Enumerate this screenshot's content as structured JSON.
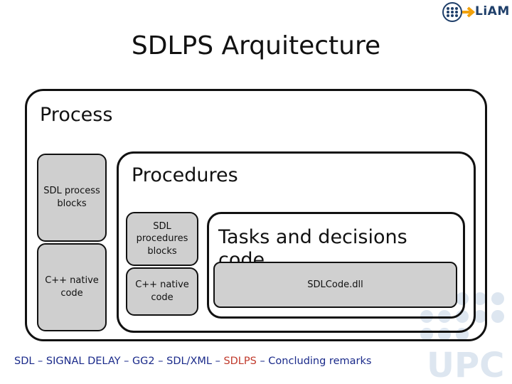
{
  "logo": {
    "text": "LiAM",
    "accent": "#f2a20d",
    "brand": "#1f3f6a"
  },
  "title": "SDLPS  Arquitecture",
  "process": {
    "label": "Process",
    "sdl_blocks": "SDL process blocks",
    "cpp_code": "C++ native code"
  },
  "procedures": {
    "label": "Procedures",
    "sdl_blocks": "SDL procedures blocks",
    "cpp_code": "C++ native code"
  },
  "tasks": {
    "label": "Tasks and decisions code",
    "dll": "SDLCode.dll"
  },
  "footer": {
    "before": "SDL – SIGNAL DELAY – GG2 – SDL/XML – ",
    "highlight": "SDLPS",
    "after": " – Concluding remarks",
    "highlight_color": "#c0392b",
    "text_color": "#1a2a8a"
  },
  "watermark": "UPC"
}
